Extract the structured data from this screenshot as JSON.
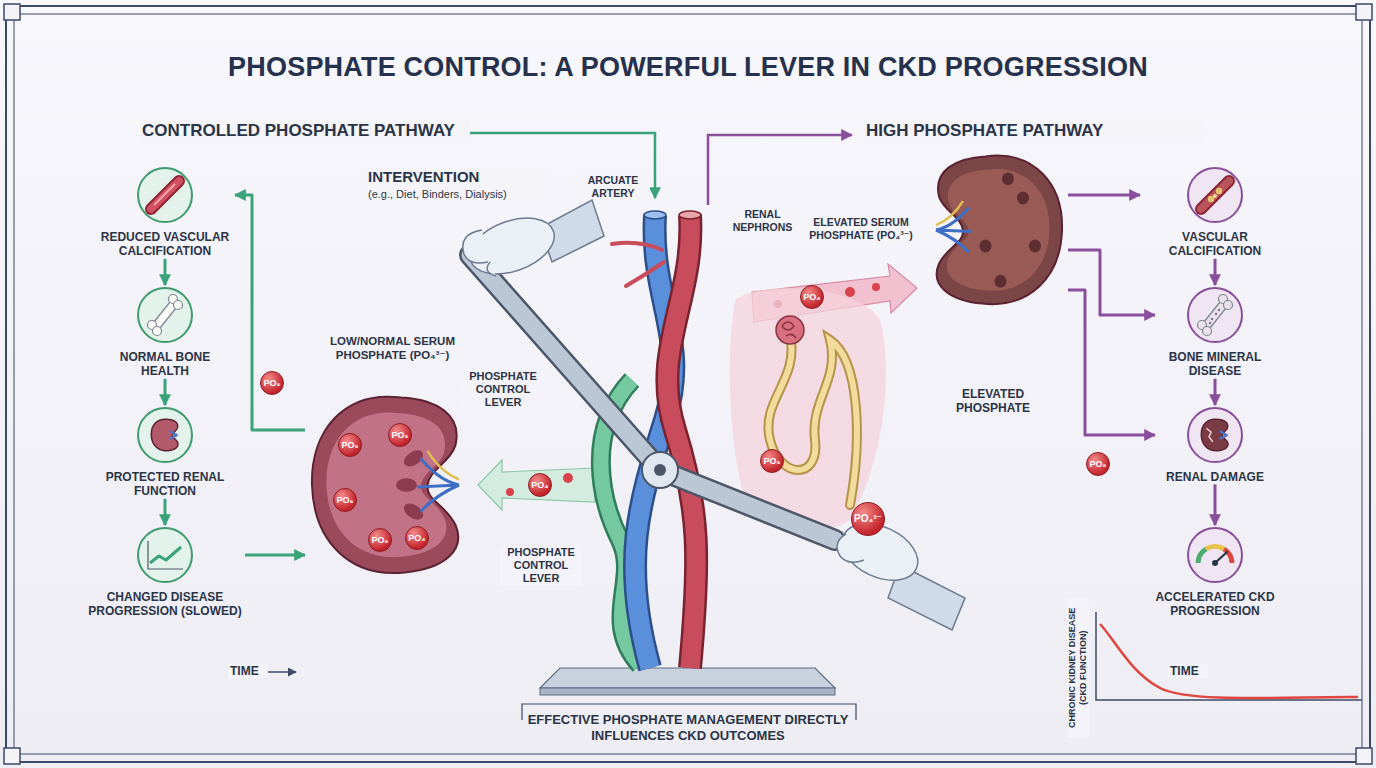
{
  "diagram": {
    "title": "PHOSPHATE CONTROL: A POWERFUL LEVER IN CKD PROGRESSION",
    "caption": "EFFECTIVE PHOSPHATE MANAGEMENT DIRECTLY INFLUENCES CKD OUTCOMES",
    "nodes": [
      {
        "text": [
          "REDUCED VASCULAR CALCIFICATION"
        ]
      },
      {
        "text": [
          "NORMAL BONE HEALTH"
        ]
      },
      {
        "text": [
          "PROTECTED RENAL FUNCTION"
        ]
      },
      {
        "text": [
          "CHANGED DISEASE PROGRESSION (SLOWED)"
        ]
      },
      {
        "text": [
          "LOW/NORMAL SERUM PHOSPHATE (PO₄³⁻)",
          "PO₆",
          "PO₆",
          "PO₆",
          "PO₆",
          "PO₄"
        ]
      },
      {
        "text": [
          "ELEVATED PHOSPHATE"
        ]
      },
      {
        "text": [
          "VASCULAR CALCIFICATION"
        ]
      },
      {
        "text": [
          "BONE MINERAL DISEASE"
        ]
      },
      {
        "text": [
          "RENAL DAMAGE"
        ]
      },
      {
        "text": [
          "ACCELERATED CKD PROGRESSION"
        ]
      },
      {
        "text": [
          "PO₆"
        ]
      },
      {
        "text": [
          "PO₄"
        ]
      },
      {
        "text": [
          "PO₆"
        ]
      },
      {
        "text": [
          "PO₄³⁻"
        ]
      },
      {
        "text": [
          "PO₆"
        ]
      },
      {
        "text": [
          "PO₄"
        ]
      }
    ],
    "edges": [
      {
        "from": 0,
        "to": 1,
        "arrow": "to"
      },
      {
        "from": 1,
        "to": 2,
        "arrow": "to"
      },
      {
        "from": 2,
        "to": 3,
        "arrow": "to"
      },
      {
        "from": 4,
        "to": 0,
        "arrow": "to"
      },
      {
        "from": 3,
        "to": 4,
        "arrow": "to"
      },
      {
        "from": 5,
        "to": 6,
        "arrow": "to"
      },
      {
        "from": 5,
        "to": 7,
        "arrow": "to"
      },
      {
        "from": 5,
        "to": 8,
        "arrow": "to"
      },
      {
        "from": 6,
        "to": 7,
        "arrow": "to"
      },
      {
        "from": 7,
        "to": 8,
        "arrow": "to"
      },
      {
        "from": 8,
        "to": 9,
        "arrow": "to"
      }
    ],
    "labels": [
      "CONTROLLED PHOSPHATE PATHWAY",
      "HIGH PHOSPHATE PATHWAY",
      "INTERVENTION",
      "(e.g., Diet, Binders, Dialysis)",
      "ARCUATE ARTERY",
      "RENAL NEPHRONS",
      "ELEVATED SERUM PHOSPHATE (PO₄³⁻)",
      "PHOSPHATE CONTROL LEVER",
      "PHOSPHATE CONTROL LEVER",
      "TIME",
      "CHRONIC KIDNEY DISEASE (CKD FUNCTION)",
      "TIME"
    ]
  }
}
